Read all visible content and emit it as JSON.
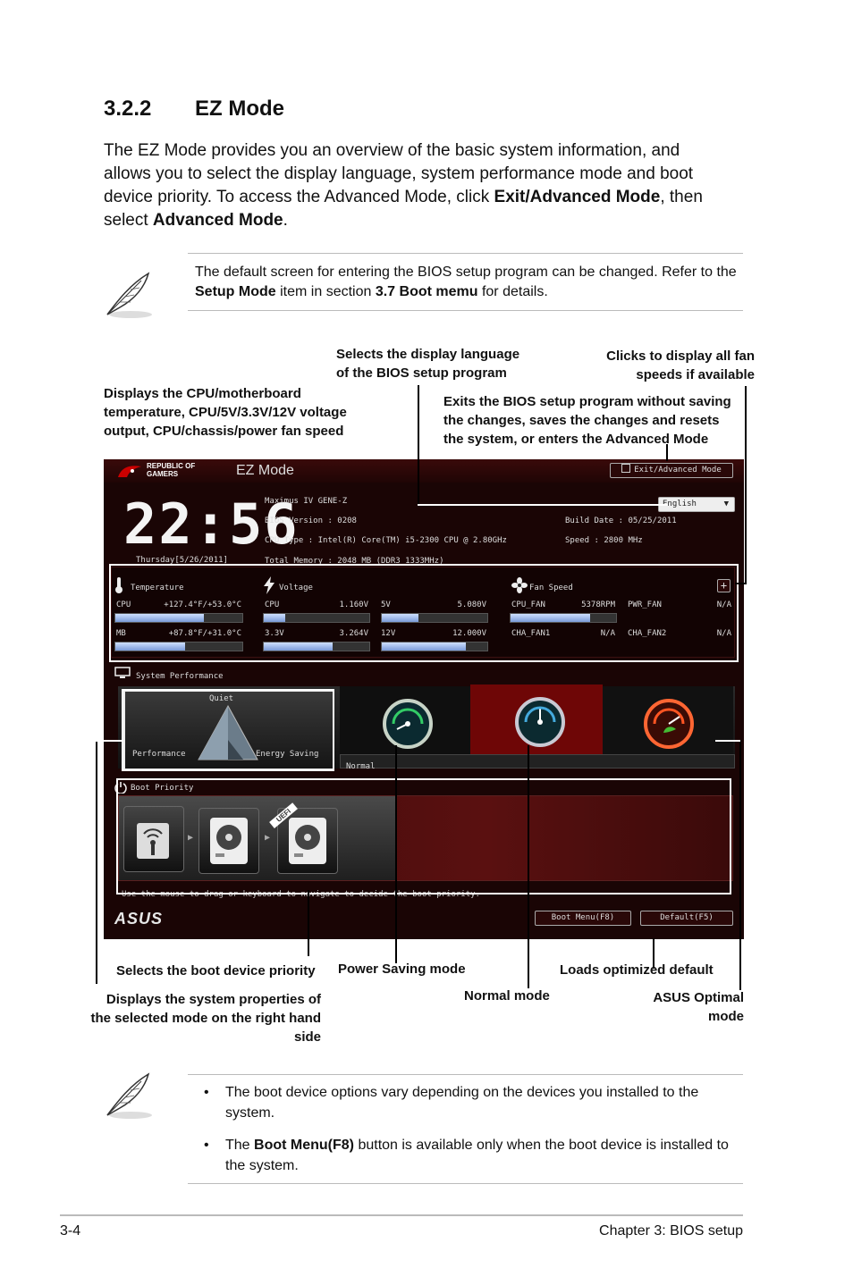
{
  "section": {
    "number": "3.2.2",
    "title": "EZ Mode"
  },
  "intro": {
    "p1": "The EZ Mode provides you an overview of the basic system information, and allows you to select the display language, system performance mode and boot device priority. To access the Advanced Mode, click ",
    "b1": "Exit/Advanced Mode",
    "p2": ", then select ",
    "b2": "Advanced Mode",
    "p3": "."
  },
  "note1": {
    "t1": "The default screen for entering the BIOS setup program can be changed. Refer to the ",
    "b1": "Setup Mode",
    "t2": " item in ",
    "t3": "section ",
    "b2": "3.7 Boot memu",
    "t4": " for details."
  },
  "callouts": {
    "lang": "Selects the display language of the BIOS setup program",
    "fan": "Clicks to display all fan speeds if available",
    "temp": "Displays the CPU/motherboard temperature, CPU/5V/3.3V/12V voltage output, CPU/chassis/power fan speed",
    "exit": "Exits the BIOS setup program without saving the changes, saves the changes and resets the system, or enters the Advanced Mode",
    "boot": "Selects the boot device priority",
    "power": "Power Saving mode",
    "default": "Loads optimized default",
    "normal": "Normal mode",
    "sysprop": "Displays the system properties of the selected mode on the right hand side",
    "optimal": "ASUS Optimal mode"
  },
  "bios": {
    "brand": "REPUBLIC OF GAMERS",
    "mode_title": "EZ Mode",
    "exit_button": "Exit/Advanced Mode",
    "clock": "22:56",
    "date": "Thursday[5/26/2011]",
    "model": "Maximus IV GENE-Z",
    "bios_version": "BIOS Version : 0208",
    "cpu_type": "CPU Type : Intel(R) Core(TM) i5-2300 CPU @ 2.80GHz",
    "total_memory": "Total Memory : 2048 MB (DDR3 1333MHz)",
    "build_date": "Build Date : 05/25/2011",
    "speed": "Speed : 2800 MHz",
    "language": "English",
    "temperature": {
      "label": "Temperature",
      "items": [
        {
          "name": "CPU",
          "value": "+127.4°F/+53.0°C",
          "level": 0.7
        },
        {
          "name": "MB",
          "value": "+87.8°F/+31.0°C",
          "level": 0.55
        }
      ]
    },
    "voltage": {
      "label": "Voltage",
      "items": [
        {
          "name": "CPU",
          "value": "1.160V",
          "level": 0.2
        },
        {
          "name": "5V",
          "value": "5.080V",
          "level": 0.35
        },
        {
          "name": "3.3V",
          "value": "3.264V",
          "level": 0.65
        },
        {
          "name": "12V",
          "value": "12.000V",
          "level": 0.8
        }
      ]
    },
    "fan": {
      "label": "Fan Speed",
      "items": [
        {
          "name": "CPU_FAN",
          "value": "5378RPM",
          "level": 0.75
        },
        {
          "name": "PWR_FAN",
          "value": "N/A"
        },
        {
          "name": "CHA_FAN1",
          "value": "N/A"
        },
        {
          "name": "CHA_FAN2",
          "value": "N/A"
        }
      ]
    },
    "system_performance": "System Performance",
    "perf_quiet": "Quiet",
    "perf_performance": "Performance",
    "perf_energy": "Energy Saving",
    "perf_mode": "Normal",
    "boot_priority": "Boot Priority",
    "boot_help": "Use the mouse to drag or keyboard to navigate to decide the boot priority.",
    "boot_menu_button": "Boot Menu(F8)",
    "default_button": "Default(F5)",
    "asus_logo": "ASUS",
    "uefi": "UEFI"
  },
  "note2": {
    "bullet": "•",
    "item1": "The boot device options vary depending on the devices you installed to the system.",
    "item2_t1": "The ",
    "item2_b": "Boot Menu(F8)",
    "item2_t2": " button is available only when the boot device is installed to the system."
  },
  "footer": {
    "page": "3-4",
    "chapter": "Chapter 3: BIOS setup"
  },
  "colors": {
    "bios_bg": "#1a0505",
    "accent_red": "#8a0a0a"
  }
}
